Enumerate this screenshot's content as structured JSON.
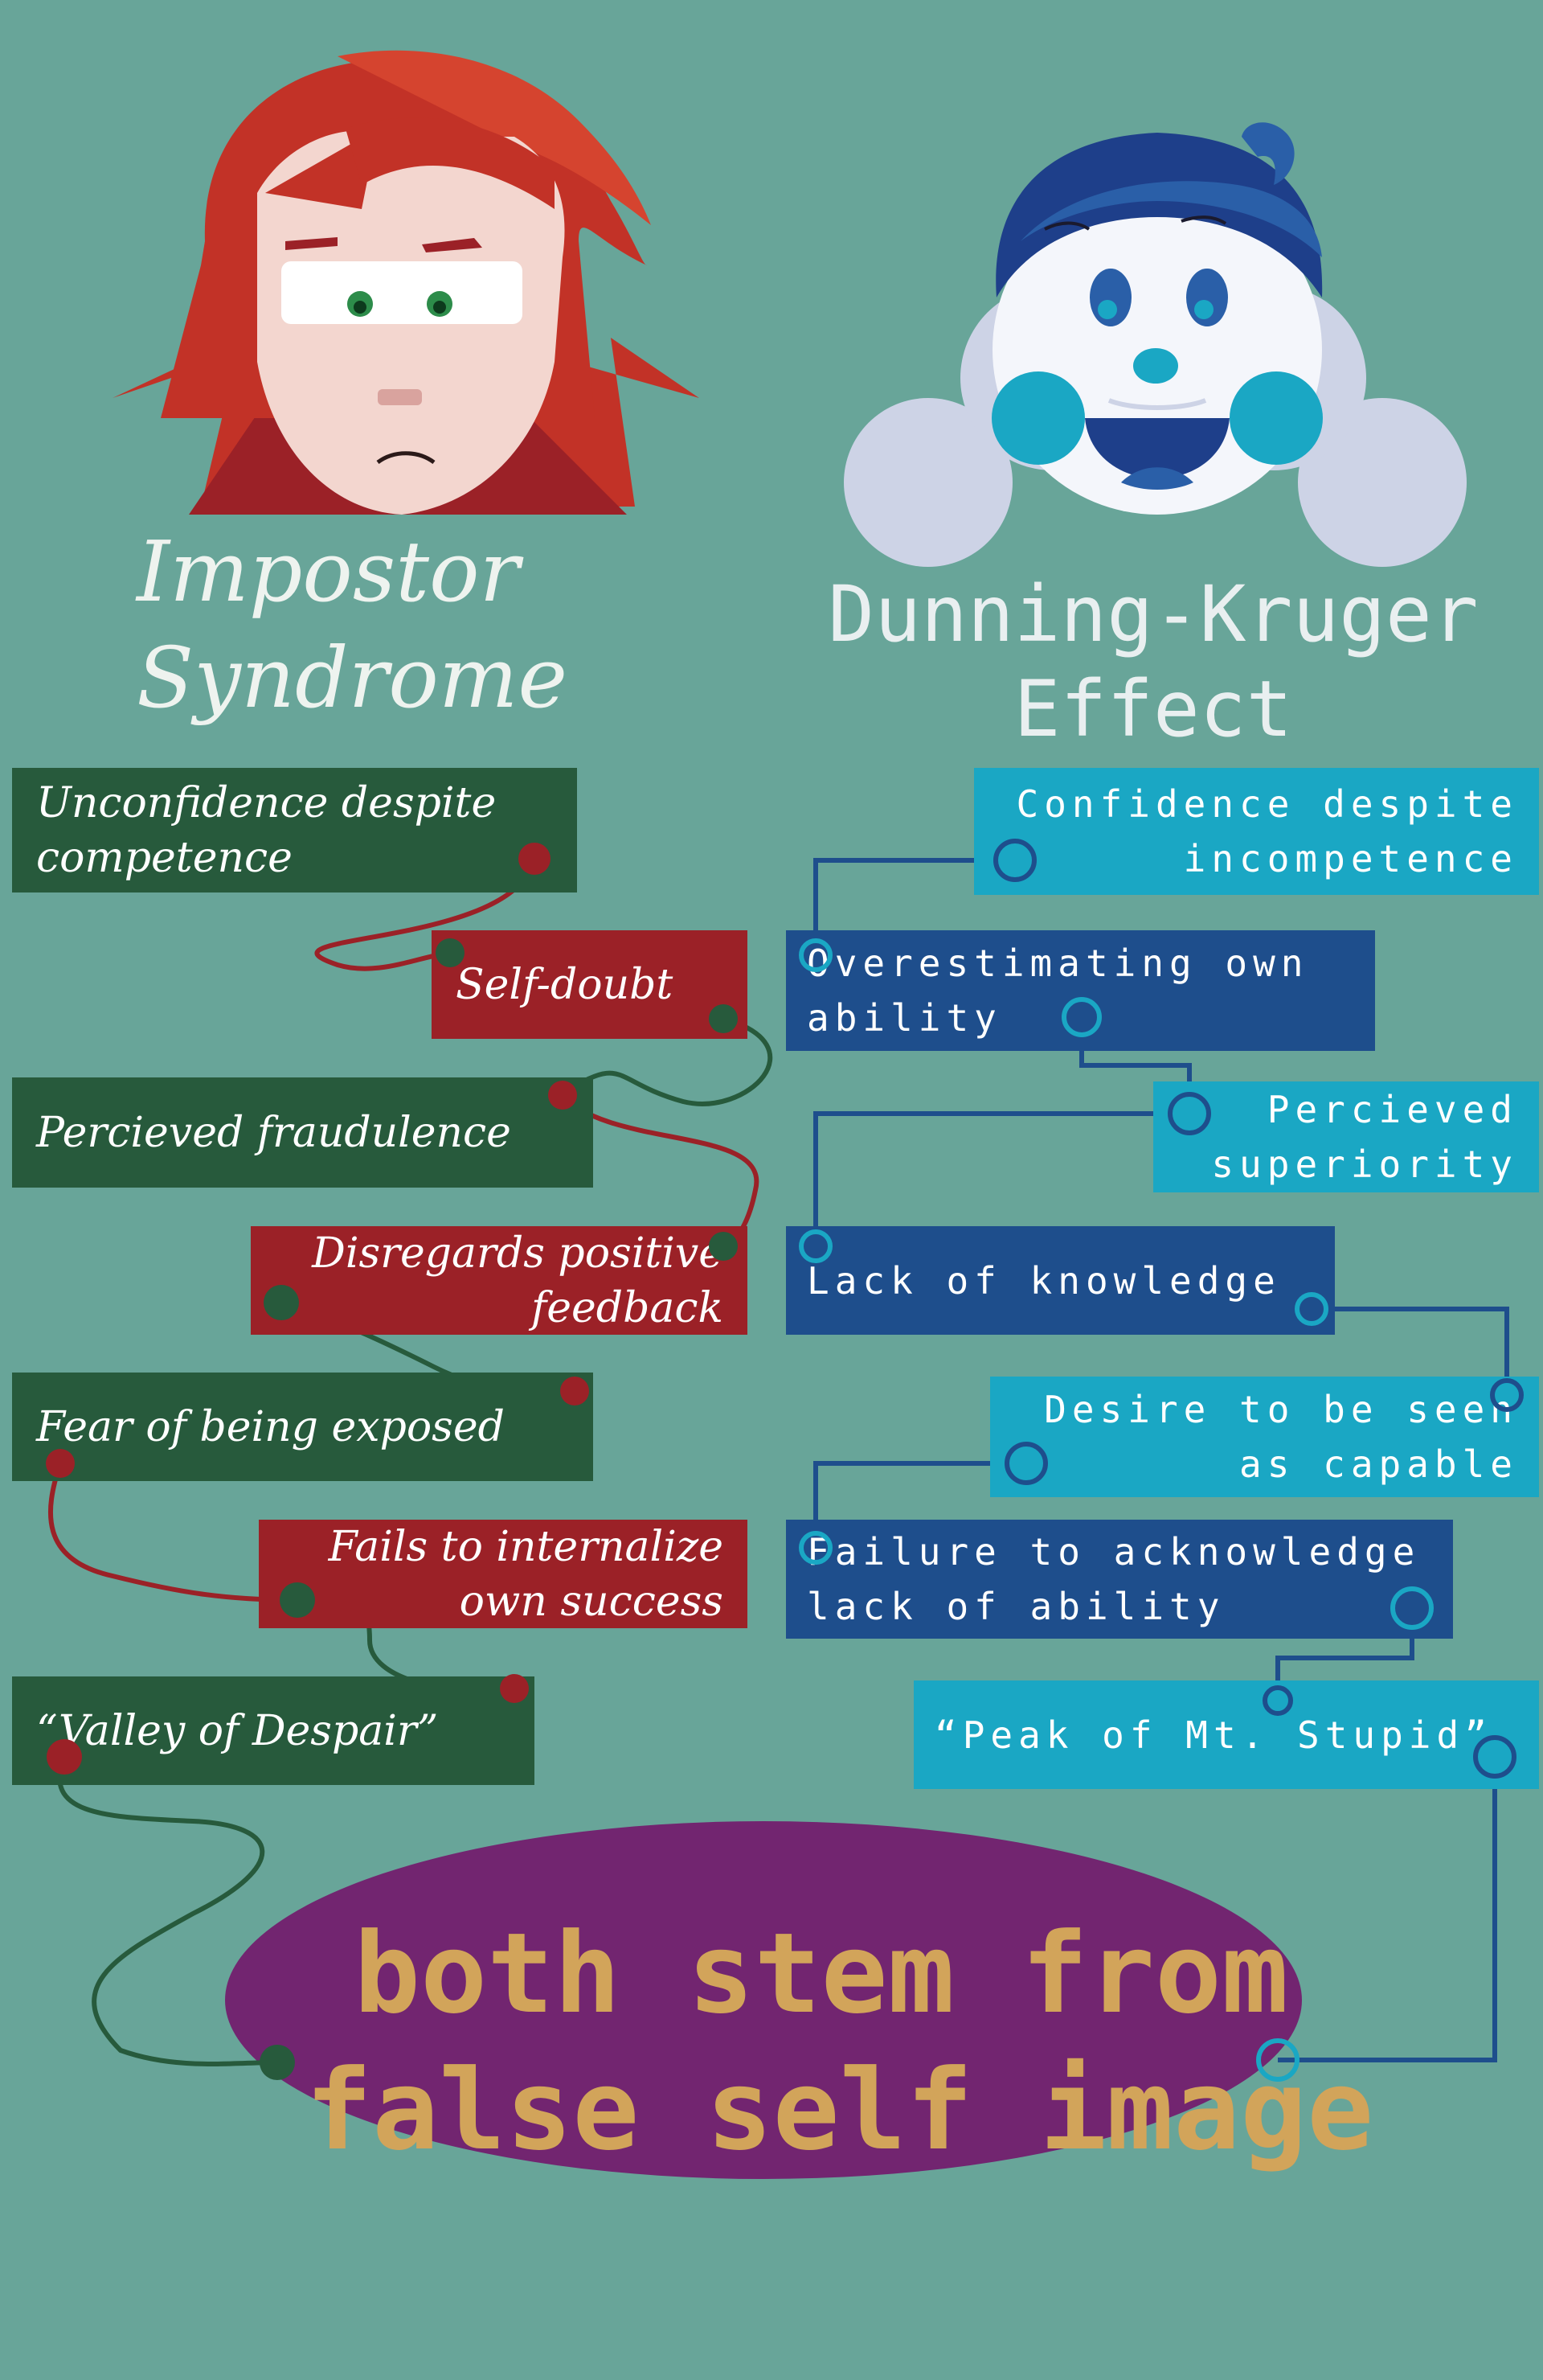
{
  "left": {
    "title_line1": "Impostor",
    "title_line2": "Syndrome",
    "items": [
      {
        "line1": "Unconfidence despite",
        "line2": "competence"
      },
      {
        "line1": "Self-doubt",
        "line2": ""
      },
      {
        "line1": "Percieved fraudulence",
        "line2": ""
      },
      {
        "line1": "Disregards positive",
        "line2": "feedback"
      },
      {
        "line1": "Fear of being exposed",
        "line2": ""
      },
      {
        "line1": "Fails to internalize",
        "line2": "own success"
      },
      {
        "line1": "“Valley of Despair”",
        "line2": ""
      }
    ]
  },
  "right": {
    "title_line1": "Dunning-Kruger",
    "title_line2": "Effect",
    "items": [
      {
        "line1": "Confidence despite",
        "line2": "incompetence"
      },
      {
        "line1": "Overestimating own",
        "line2": "ability"
      },
      {
        "line1": "Percieved",
        "line2": "superiority"
      },
      {
        "line1": "Lack of knowledge",
        "line2": ""
      },
      {
        "line1": "Desire to be seen",
        "line2": "as capable"
      },
      {
        "line1": "Failure to acknowledge",
        "line2": "lack of ability"
      },
      {
        "line1": "“Peak of Mt. Stupid”",
        "line2": ""
      }
    ]
  },
  "conclusion": {
    "line1": "both stem from",
    "line2": "false self image"
  },
  "colors": {
    "background": "#68a599",
    "left_green": "#275a3c",
    "left_red": "#9b2127",
    "right_cyan": "#1aa7c4",
    "right_navy": "#1e4e8c",
    "conclusion_fill": "#722570",
    "conclusion_text": "#d2a45a"
  }
}
